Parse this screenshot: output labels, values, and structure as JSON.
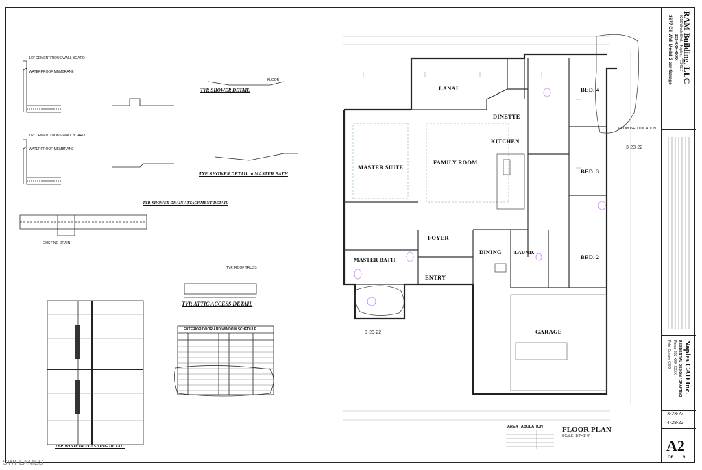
{
  "company": {
    "name": "RAM Building, LLC",
    "address": "9216 Whale Blvd. - Naples, FL 34117",
    "phone": "239-XXX-XXXX",
    "project": "3677 Oil Well Model 2 car Garage"
  },
  "designer": {
    "name": "Naples CAD Inc.",
    "line1": "RESIDENTIAL DESIGN / DRAFTING",
    "line2": "Phone 239-XXX-XXXX",
    "line3": "Peter Conner CEO"
  },
  "sheet": {
    "number": "A2",
    "of_label": "OF",
    "total": "6",
    "date1": "3-23-22",
    "date2": "4-28-22"
  },
  "plan_title": "FLOOR PLAN",
  "plan_scale": "SCALE: 1/4\"=1'-0\"",
  "rooms": {
    "lanai": "LANAI",
    "dinette": "DINETTE",
    "bed4": "BED. 4",
    "kitchen": "KITCHEN",
    "master_suite": "MASTER SUITE",
    "family_room": "FAMILY ROOM",
    "bed3": "BED. 3",
    "foyer": "FOYER",
    "dining": "DINING",
    "laund": "LAUND.",
    "bed2": "BED. 2",
    "master_bath": "MASTER BATH",
    "entry": "ENTRY",
    "garage": "GARAGE"
  },
  "details": {
    "shower_detail": "TYP. SHOWER DETAIL",
    "shower_detail_master": "TYP. SHOWER DETAIL at MASTER BATH",
    "drain_detail": "TYP. SHOWER DRAIN ATTACHMENT DETAIL",
    "attic_detail": "TYP. ATTIC ACCESS DETAIL",
    "window_detail": "TYP. WINDOW FLASHING DETAIL",
    "schedule_title": "EXTERIOR DOOR AND WINDOW SCHEDULE",
    "area_title": "AREA TABULATION",
    "cement_board": "1/2\" CEMENTITIOUS WALL BOARD",
    "membrane": "WATERPROOF MEMBRANE",
    "floor": "FLOOR",
    "drain": "EXISTING DRAIN",
    "attic_note": "TYP. ROOF TRUSS",
    "proposed": "PROPOSED LOCATION"
  },
  "revision_marks": [
    "3-23-22",
    "3-23-22"
  ],
  "watermark": "SWFLAMLS"
}
